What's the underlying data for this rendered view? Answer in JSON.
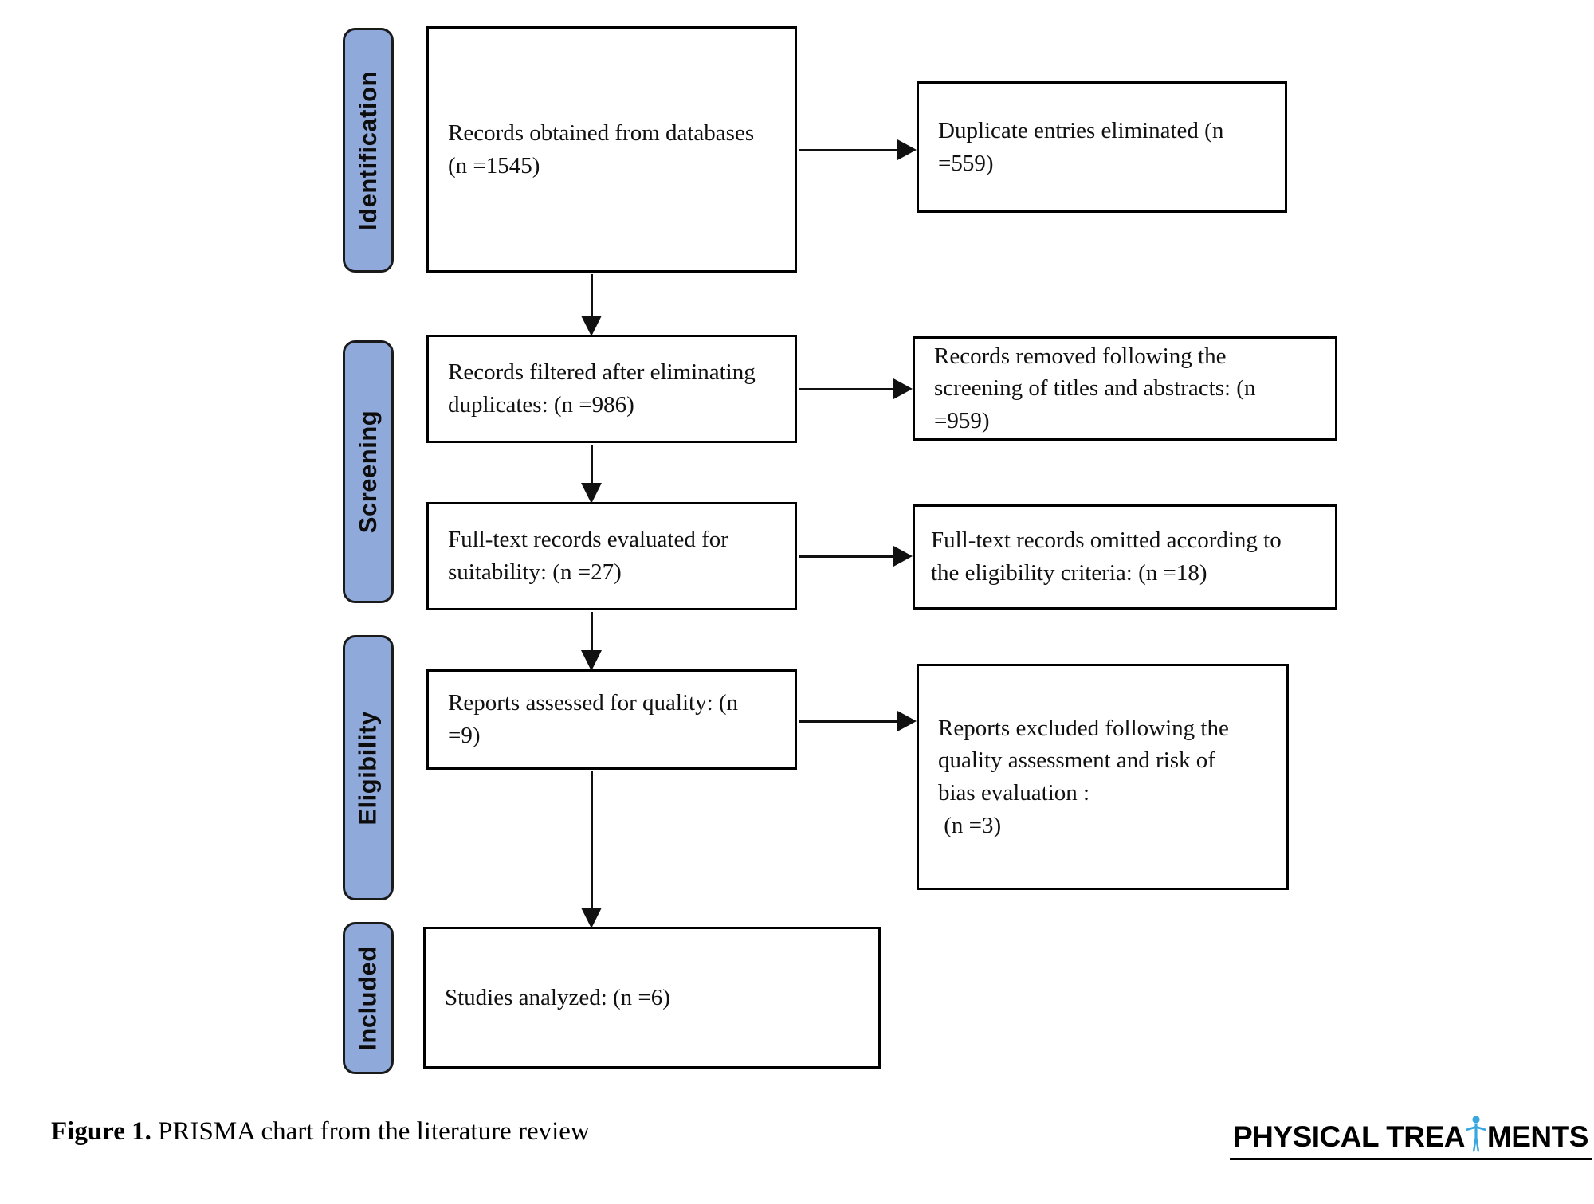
{
  "colors": {
    "stage_fill": "#8FA9DA",
    "stage_border": "#1a1a1a",
    "box_border": "#000000",
    "logo_icon": "#3AA7DE"
  },
  "stages": [
    {
      "label": "Identification"
    },
    {
      "label": "Screening"
    },
    {
      "label": "Eligibility"
    },
    {
      "label": "Included"
    }
  ],
  "flow_boxes": [
    {
      "text": "Records obtained from databases\n(n =1545)",
      "n": 1545
    },
    {
      "text": "Records filtered after eliminating\nduplicates: (n =986)",
      "n": 986
    },
    {
      "text": "Full-text records evaluated for\nsuitability: (n =27)",
      "n": 27
    },
    {
      "text": "Reports assessed for quality: (n\n=9)",
      "n": 9
    },
    {
      "text": "Studies analyzed: (n =6)",
      "n": 6
    }
  ],
  "exclusion_boxes": [
    {
      "text": "Duplicate entries eliminated (n\n=559)",
      "n": 559
    },
    {
      "text": "Records removed following the\nscreening of titles and abstracts: (n\n=959)",
      "n": 959
    },
    {
      "text": "Full-text records omitted according to\nthe eligibility criteria: (n =18)",
      "n": 18
    },
    {
      "text": "Reports excluded following the\nquality assessment and risk of\nbias evaluation :\n (n =3)",
      "n": 3
    }
  ],
  "caption": {
    "label": "Figure 1.",
    "text": " PRISMA chart from the literature review"
  },
  "logo": {
    "text_before": "PHYSICAL TREA",
    "text_after": "MENTS"
  }
}
